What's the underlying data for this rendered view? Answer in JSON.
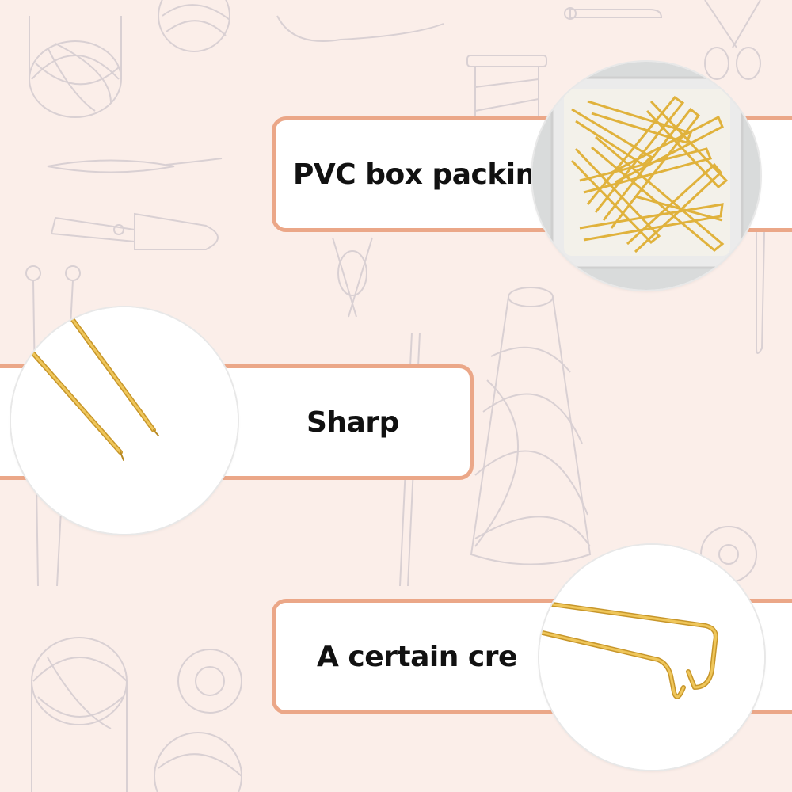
{
  "callouts": {
    "pvc": "PVC box packing",
    "sharp": "Sharp",
    "crease": "A certain cre"
  },
  "colors": {
    "background": "#fbeee9",
    "sketch_line": "#d9d0d3",
    "callout_border": "#eba788",
    "gold": "#e0b23c"
  },
  "icons": [
    "yarn-ball-icon",
    "scissors-icon",
    "thread-spool-icon",
    "safety-pin-icon",
    "knitting-needle-icon",
    "bobbin-icon"
  ]
}
